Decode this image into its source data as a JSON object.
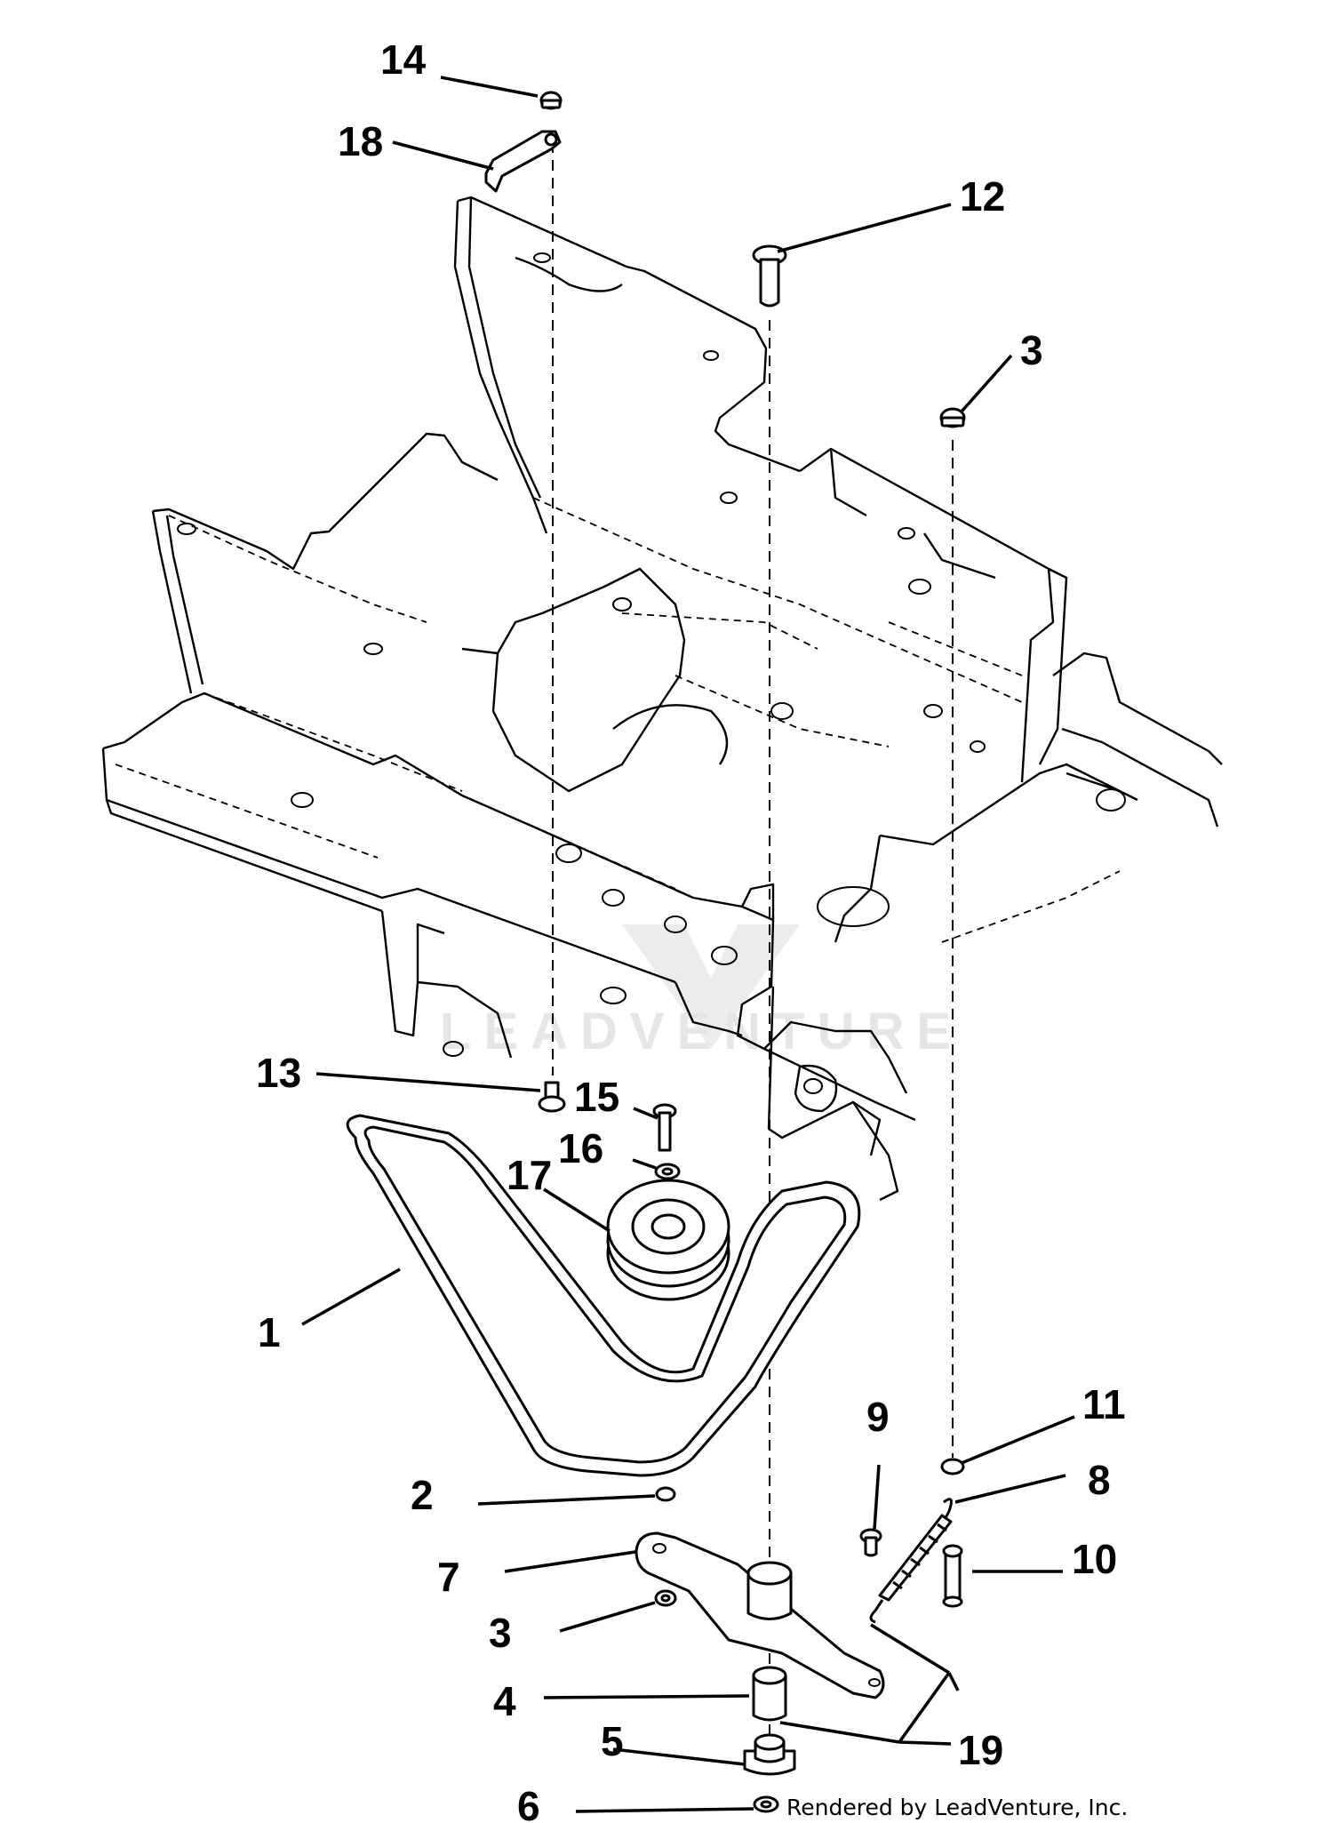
{
  "diagram": {
    "credit": "Rendered by LeadVenture, Inc.",
    "watermark": "LEADVENTURE",
    "callouts": [
      "1",
      "2",
      "3",
      "3",
      "4",
      "5",
      "6",
      "7",
      "8",
      "9",
      "10",
      "11",
      "12",
      "13",
      "14",
      "15",
      "16",
      "17",
      "18",
      "19"
    ]
  }
}
